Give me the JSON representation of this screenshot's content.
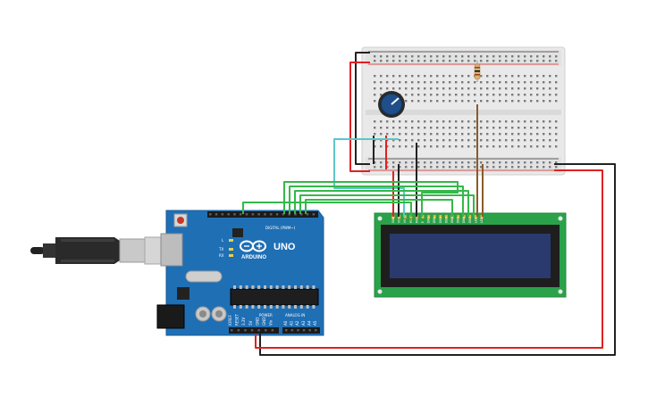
{
  "arduino": {
    "brand": "ARDUINO",
    "model": "UNO",
    "digital_header_label": "DIGITAL (PWM~)",
    "power_label": "POWER",
    "analog_label": "ANALOG IN",
    "led_labels": [
      "L",
      "TX",
      "RX"
    ],
    "analog_pins": [
      "A0",
      "A1",
      "A2",
      "A3",
      "A4",
      "A5"
    ],
    "power_pins": [
      "IOREF",
      "RESET",
      "3.3V",
      "5V",
      "GND",
      "GND",
      "Vin"
    ]
  },
  "lcd": {
    "pin_labels": [
      "GND",
      "VCC",
      "V0",
      "RS",
      "RW",
      "E",
      "DB0",
      "DB1",
      "DB2",
      "DB3",
      "DB4",
      "DB5",
      "DB6",
      "DB7",
      "LED",
      "LED"
    ]
  },
  "colors": {
    "board": "#1f6fb5",
    "lcd_pcb": "#2aa24a",
    "lcd_screen": "#2a3a6e",
    "wire_red": "#e02020",
    "wire_black": "#222222",
    "wire_green": "#34b84a",
    "wire_cyan": "#5cc6c8",
    "wire_brown": "#8b5a2b",
    "pot_knob": "#1f4f8a"
  }
}
